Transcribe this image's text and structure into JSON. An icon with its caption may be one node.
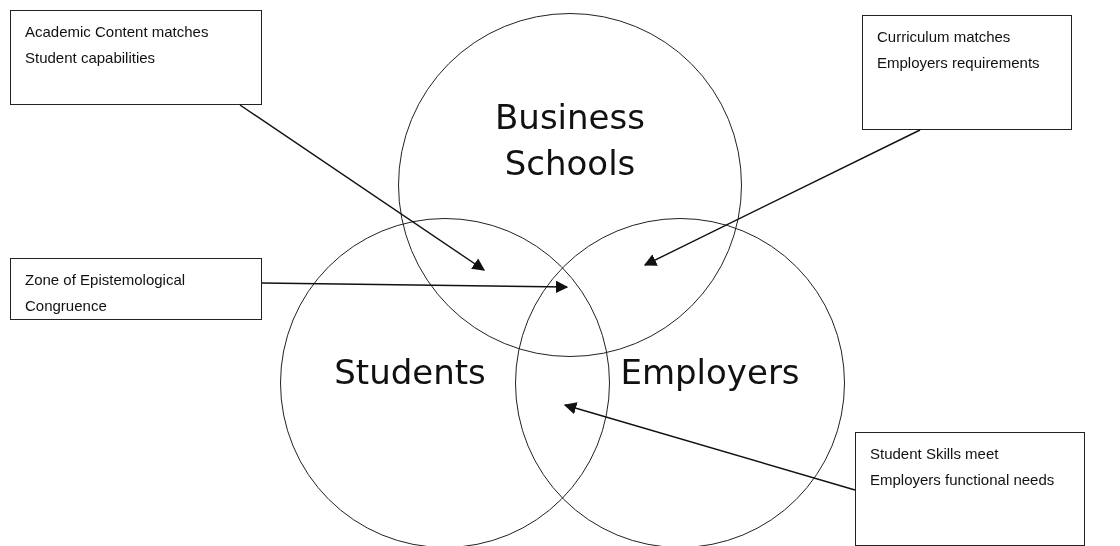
{
  "diagram": {
    "nodes": [
      {
        "text": [
          "Business Schools"
        ]
      },
      {
        "text": [
          "Students"
        ]
      },
      {
        "text": [
          "Employers"
        ]
      },
      {
        "text": [
          "Academic Content matches Student capabilities"
        ]
      },
      {
        "text": [
          "Curriculum matches Employers requirements"
        ]
      },
      {
        "text": [
          "Zone of Epistemological Congruence"
        ]
      },
      {
        "text": [
          "Student Skills meet Employers functional needs"
        ]
      }
    ],
    "edges": [
      {
        "from": 3,
        "to": 1,
        "arrow": "to"
      },
      {
        "from": 4,
        "to": 2,
        "arrow": "to"
      },
      {
        "from": 5,
        "to": 1,
        "arrow": "to"
      },
      {
        "from": 6,
        "to": 1,
        "arrow": "to"
      }
    ]
  }
}
